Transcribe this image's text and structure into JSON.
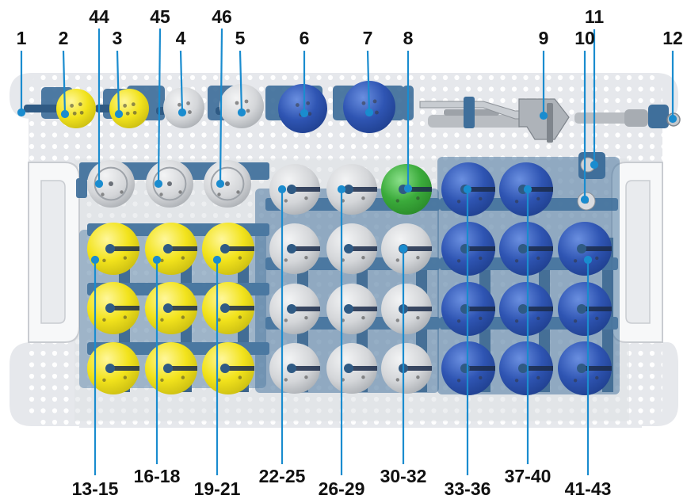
{
  "colors": {
    "tray": "#f4f5f7",
    "tray_edge": "#dcdfe4",
    "holes": "#ffffff",
    "bracket": "#3f6f9b",
    "bracket_dark": "#2f5a84",
    "yellow": "#f2e31c",
    "yellow_dark": "#c9bc12",
    "grey": "#d4d6d9",
    "grey_dark": "#a9adb2",
    "blue": "#2f55b3",
    "blue_dark": "#1f3f8e",
    "green": "#3bab3b",
    "green_dark": "#2a8a2a",
    "leader": "#1a8ccf",
    "instrument": "#b9bdc2"
  },
  "top_labels": [
    {
      "id": "1",
      "text": "1"
    },
    {
      "id": "2",
      "text": "2"
    },
    {
      "id": "3",
      "text": "3"
    },
    {
      "id": "4",
      "text": "4"
    },
    {
      "id": "5",
      "text": "5"
    },
    {
      "id": "6",
      "text": "6"
    },
    {
      "id": "7",
      "text": "7"
    },
    {
      "id": "8",
      "text": "8"
    },
    {
      "id": "9",
      "text": "9"
    },
    {
      "id": "10",
      "text": "10"
    },
    {
      "id": "11",
      "text": "11"
    },
    {
      "id": "12",
      "text": "12"
    },
    {
      "id": "44",
      "text": "44"
    },
    {
      "id": "45",
      "text": "45"
    },
    {
      "id": "46",
      "text": "46"
    }
  ],
  "bottom_labels": [
    {
      "id": "13-15",
      "text": "13-15"
    },
    {
      "id": "16-18",
      "text": "16-18"
    },
    {
      "id": "19-21",
      "text": "19-21"
    },
    {
      "id": "22-25",
      "text": "22-25"
    },
    {
      "id": "26-29",
      "text": "26-29"
    },
    {
      "id": "30-32",
      "text": "30-32"
    },
    {
      "id": "33-36",
      "text": "33-36"
    },
    {
      "id": "37-40",
      "text": "37-40"
    },
    {
      "id": "41-43",
      "text": "41-43"
    }
  ]
}
